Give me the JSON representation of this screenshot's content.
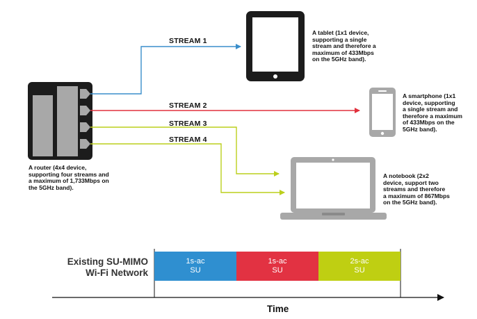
{
  "colors": {
    "stream1": "#3a8ecb",
    "stream2": "#e1303d",
    "stream3": "#bccf1c",
    "stream4": "#bccf1c",
    "device_gray": "#a8a8a8",
    "router_body": "#1c1c1c",
    "seg1": "#2f8fd0",
    "seg2": "#e23242",
    "seg3": "#bfcf12"
  },
  "streams": [
    {
      "label": "STREAM 1"
    },
    {
      "label": "STREAM 2"
    },
    {
      "label": "STREAM 3"
    },
    {
      "label": "STREAM 4"
    }
  ],
  "devices": {
    "router": {
      "caption": [
        "A router (4x4 device,",
        "supporting four streams and",
        "a maximum of 1,733Mbps on",
        "the 5GHz band)."
      ]
    },
    "tablet": {
      "caption": [
        "A tablet (1x1 device,",
        "supporting a single",
        "stream and therefore a",
        "maximum of 433Mbps",
        "on the 5GHz band)."
      ]
    },
    "smartphone": {
      "caption": [
        "A smartphone (1x1",
        "device, supporting",
        "a single stream and",
        "therefore a maximum",
        "of 433Mbps on the",
        "5GHz band)."
      ]
    },
    "notebook": {
      "caption": [
        "A notebook (2x2",
        "device, support two",
        "streams and therefore",
        "a maximum of 867Mbps",
        "on the 5GHz band)."
      ]
    }
  },
  "timeline": {
    "title_lines": [
      "Existing SU-MIMO",
      "Wi-Fi Network"
    ],
    "segments": [
      {
        "top": "1s-ac",
        "bottom": "SU"
      },
      {
        "top": "1s-ac",
        "bottom": "SU"
      },
      {
        "top": "2s-ac",
        "bottom": "SU"
      }
    ],
    "axis_label": "Time"
  }
}
